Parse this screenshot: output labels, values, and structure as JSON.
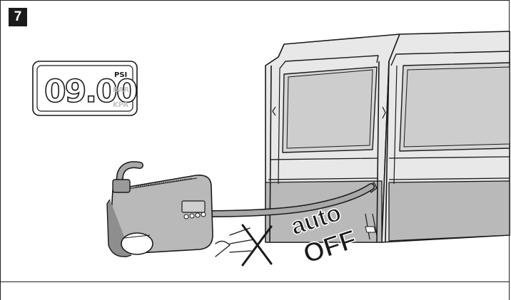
{
  "step": {
    "number": "7"
  },
  "display": {
    "value": "09.00",
    "units": [
      "PSI",
      "BAR",
      "KPA"
    ],
    "active_unit": "PSI"
  },
  "caption": {
    "line1": "auto",
    "line2": "OFF"
  },
  "colors": {
    "ink": "#1a1a1a",
    "panel": "#b9b9b9",
    "panel_dark": "#8e8e8e",
    "tent_glass": "#d9d9d9",
    "inactive_unit": "#c4c4c4"
  }
}
